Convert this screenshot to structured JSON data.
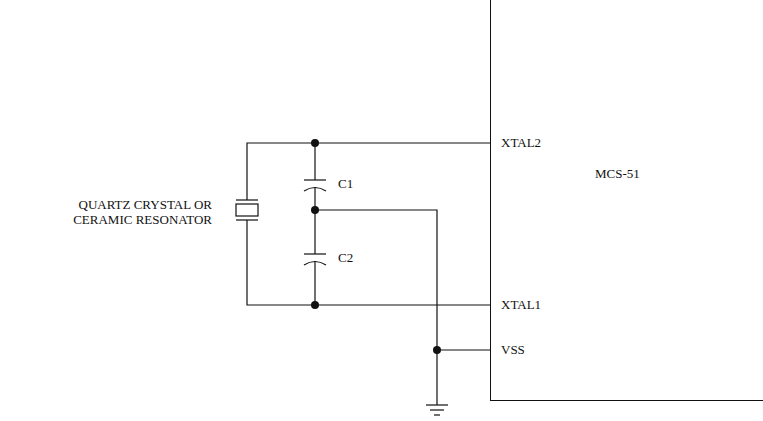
{
  "diagram": {
    "nodes": [
      {
        "text": [
          "MCS-51"
        ]
      }
    ],
    "labels": [
      "QUARTZ CRYSTAL OR CERAMIC RESONATOR",
      "C1",
      "C2",
      "XTAL2",
      "XTAL1",
      "VSS"
    ]
  }
}
